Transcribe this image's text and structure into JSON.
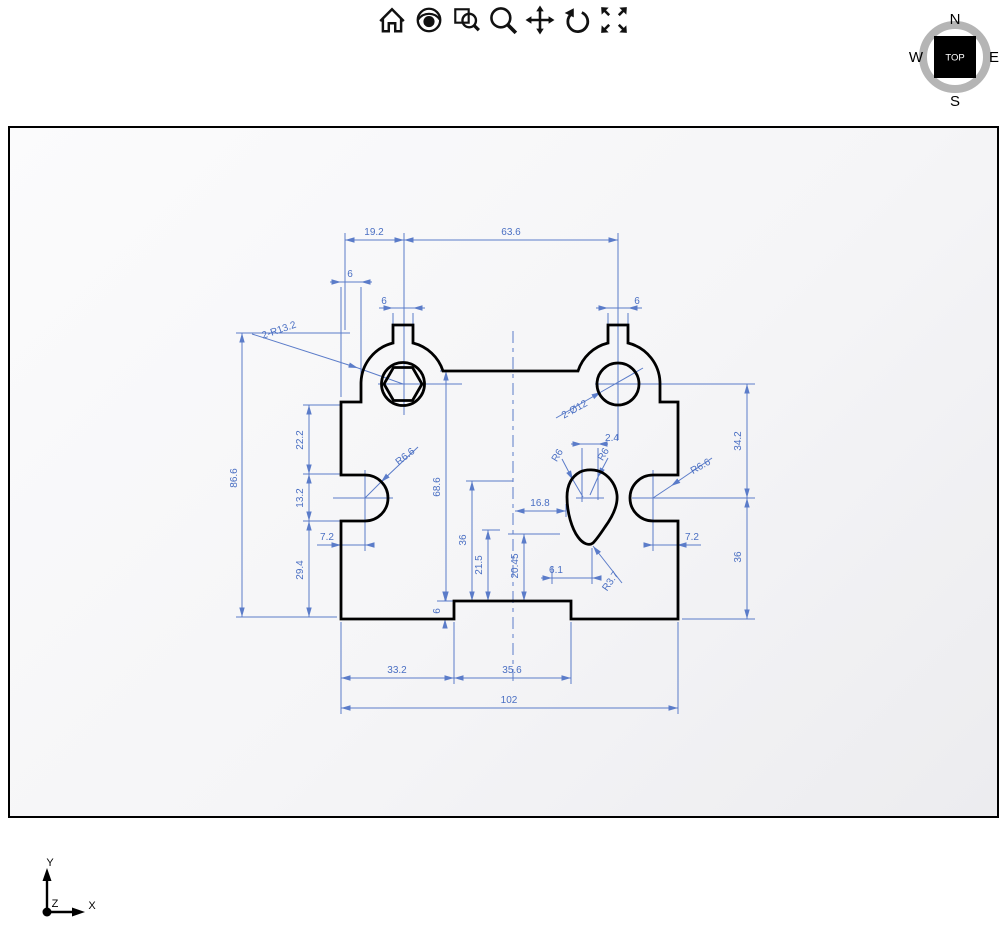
{
  "toolbar": {
    "icons": [
      {
        "name": "home-icon"
      },
      {
        "name": "visibility-eye-icon"
      },
      {
        "name": "zoom-window-icon"
      },
      {
        "name": "zoom-icon"
      },
      {
        "name": "pan-icon"
      },
      {
        "name": "rotate-view-icon"
      },
      {
        "name": "fit-to-view-icon"
      }
    ]
  },
  "compass": {
    "north": "N",
    "south": "S",
    "east": "E",
    "west": "W",
    "face": "TOP"
  },
  "axis_triad": {
    "x": "X",
    "y": "Y",
    "z": "Z"
  },
  "drawing": {
    "colors": {
      "dimension": "#5b7cc9",
      "outline": "#000000",
      "compass_ring": "#b5b5b5"
    },
    "dims": {
      "top_offset": "19.2",
      "top_span": "63.6",
      "boss_step": "6",
      "tab_left": "6",
      "tab_right": "6",
      "overall_height": "86.6",
      "inner_height": "68.6",
      "seg_upper": "22.2",
      "seg_mid": "13.2",
      "seg_lower": "29.4",
      "notch_depth_left": "7.2",
      "notch_depth_right": "7.2",
      "boss_radius": "2-R13.2",
      "hole_dia": "2-Ø12",
      "notch_radius_left": "R6.6",
      "notch_radius_right": "R6.6",
      "right_upper": "34.2",
      "right_lower": "36",
      "inner_a": "36",
      "inner_b": "21.5",
      "inner_c": "20.45",
      "tear_offset_x": "16.8",
      "tear_top": "2.4",
      "tear_bottom": "6.1",
      "tear_r_left": "R6",
      "tear_r_right": "R6",
      "tear_r_tail": "R3.7",
      "bottom_step": "6",
      "bottom_left": "33.2",
      "bottom_mid": "35.6",
      "overall_width": "102"
    }
  }
}
